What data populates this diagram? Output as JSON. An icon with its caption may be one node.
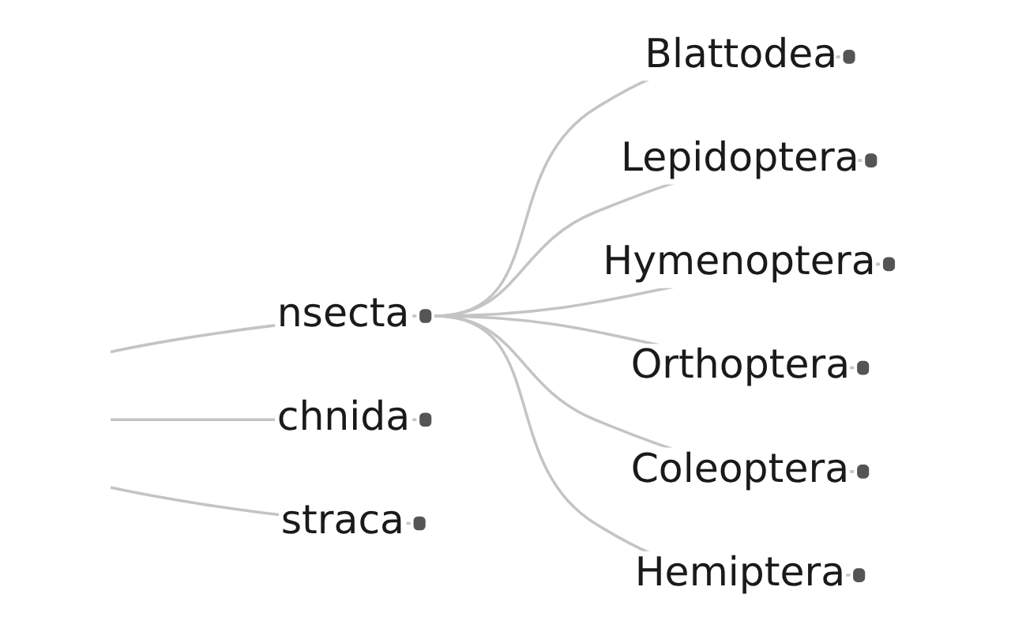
{
  "diagram": {
    "nodes": [
      {
        "text": [
          "nsecta"
        ]
      },
      {
        "text": [
          "chnida"
        ]
      },
      {
        "text": [
          "straca"
        ]
      },
      {
        "text": [
          "Blattodea"
        ]
      },
      {
        "text": [
          "Lepidoptera"
        ]
      },
      {
        "text": [
          "Hymenoptera"
        ]
      },
      {
        "text": [
          "Orthoptera"
        ]
      },
      {
        "text": [
          "Coleoptera"
        ]
      },
      {
        "text": [
          "Hemiptera"
        ]
      }
    ],
    "edges": [
      {
        "from": null,
        "to": 0,
        "arrow": "none"
      },
      {
        "from": null,
        "to": 1,
        "arrow": "none"
      },
      {
        "from": null,
        "to": 2,
        "arrow": "none"
      },
      {
        "from": 0,
        "to": 3,
        "arrow": "none"
      },
      {
        "from": 0,
        "to": 4,
        "arrow": "none"
      },
      {
        "from": 0,
        "to": 5,
        "arrow": "none"
      },
      {
        "from": 0,
        "to": 6,
        "arrow": "none"
      },
      {
        "from": 0,
        "to": 7,
        "arrow": "none"
      },
      {
        "from": 0,
        "to": 8,
        "arrow": "none"
      }
    ]
  }
}
